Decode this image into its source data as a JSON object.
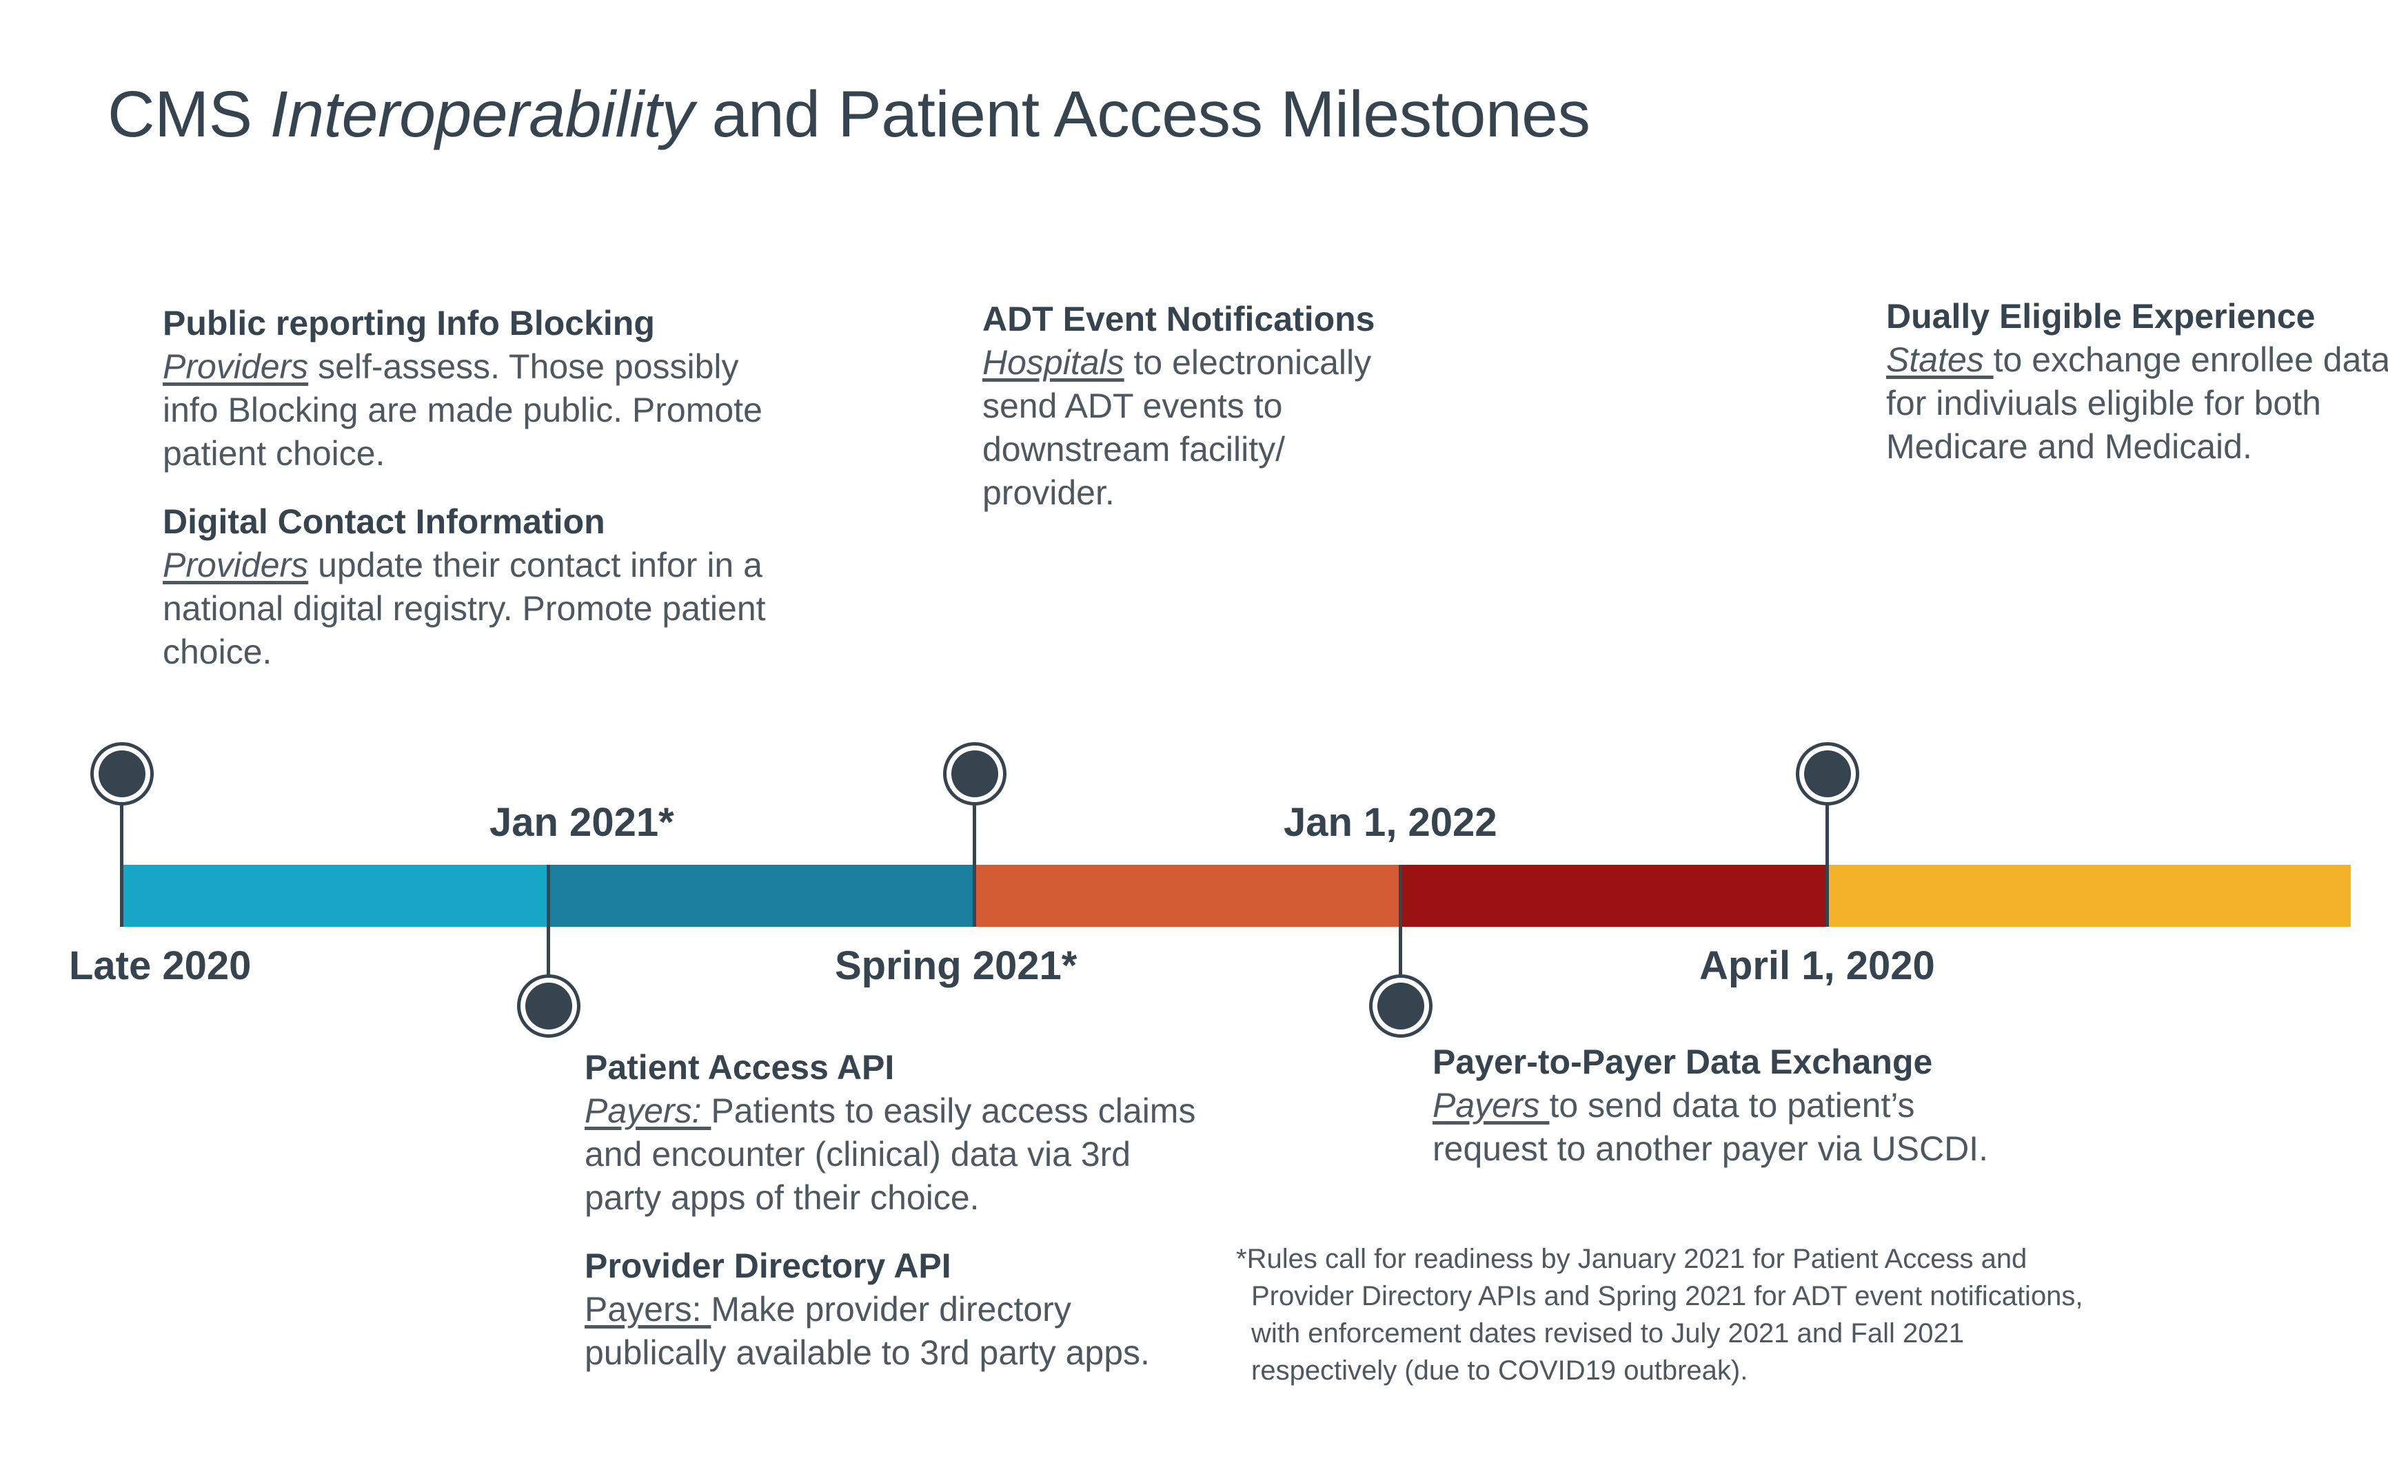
{
  "title": {
    "part1": "CMS ",
    "italic": "Interoperability",
    "part2": " and Patient Access Milestones"
  },
  "milestones": {
    "info_blocking": {
      "heading": "Public reporting Info Blocking",
      "actor": "Providers",
      "text_lines": [
        " self-assess. Those possibly",
        "info Blocking are made public. Promote",
        "patient choice."
      ]
    },
    "digital_contact": {
      "heading": "Digital Contact Information",
      "actor": "Providers",
      "text_lines": [
        " update their contact infor in a",
        "national digital registry. Promote patient",
        "choice."
      ]
    },
    "adt": {
      "heading": "ADT Event Notifications",
      "actor": "Hospitals",
      "text_lines": [
        " to electronically",
        "send ADT events to",
        "downstream facility/",
        "provider."
      ]
    },
    "dual": {
      "heading": "Dually Eligible Experience",
      "actor": "States ",
      "text_lines": [
        "to exchange enrollee data",
        "for indiviuals eligible for both",
        "Medicare and Medicaid."
      ]
    },
    "patient_access": {
      "heading": "Patient Access API",
      "actor": "Payers: ",
      "text_lines": [
        "Patients to easily access claims",
        "and encounter (clinical) data via 3rd",
        "party apps of their choice."
      ]
    },
    "provider_directory": {
      "heading": "Provider Directory API",
      "actor": "Payers: ",
      "text_lines": [
        "Make provider directory",
        "publically available to 3rd party apps."
      ]
    },
    "payer_to_payer": {
      "heading": "Payer-to-Payer Data Exchange",
      "actor": "Payers ",
      "text_lines": [
        "to send data to patient’s",
        "request to another payer via USCDI."
      ]
    }
  },
  "dates": {
    "late_2020": "Late 2020",
    "jan_2021": "Jan 2021*",
    "spring_2021": "Spring 2021*",
    "jan_2022": "Jan 1, 2022",
    "april_2020": "April 1, 2020"
  },
  "segment_colors": [
    "#17a5c8",
    "#1a7f9e",
    "#d35c35",
    "#9c1111",
    "#f4b228"
  ],
  "footnote": [
    "*Rules call for readiness by January 2021 for Patient Access and",
    "Provider Directory APIs and Spring 2021 for ADT event notifications,",
    "with enforcement dates revised to July 2021 and Fall 2021",
    "respectively (due to COVID19 outbreak)."
  ]
}
